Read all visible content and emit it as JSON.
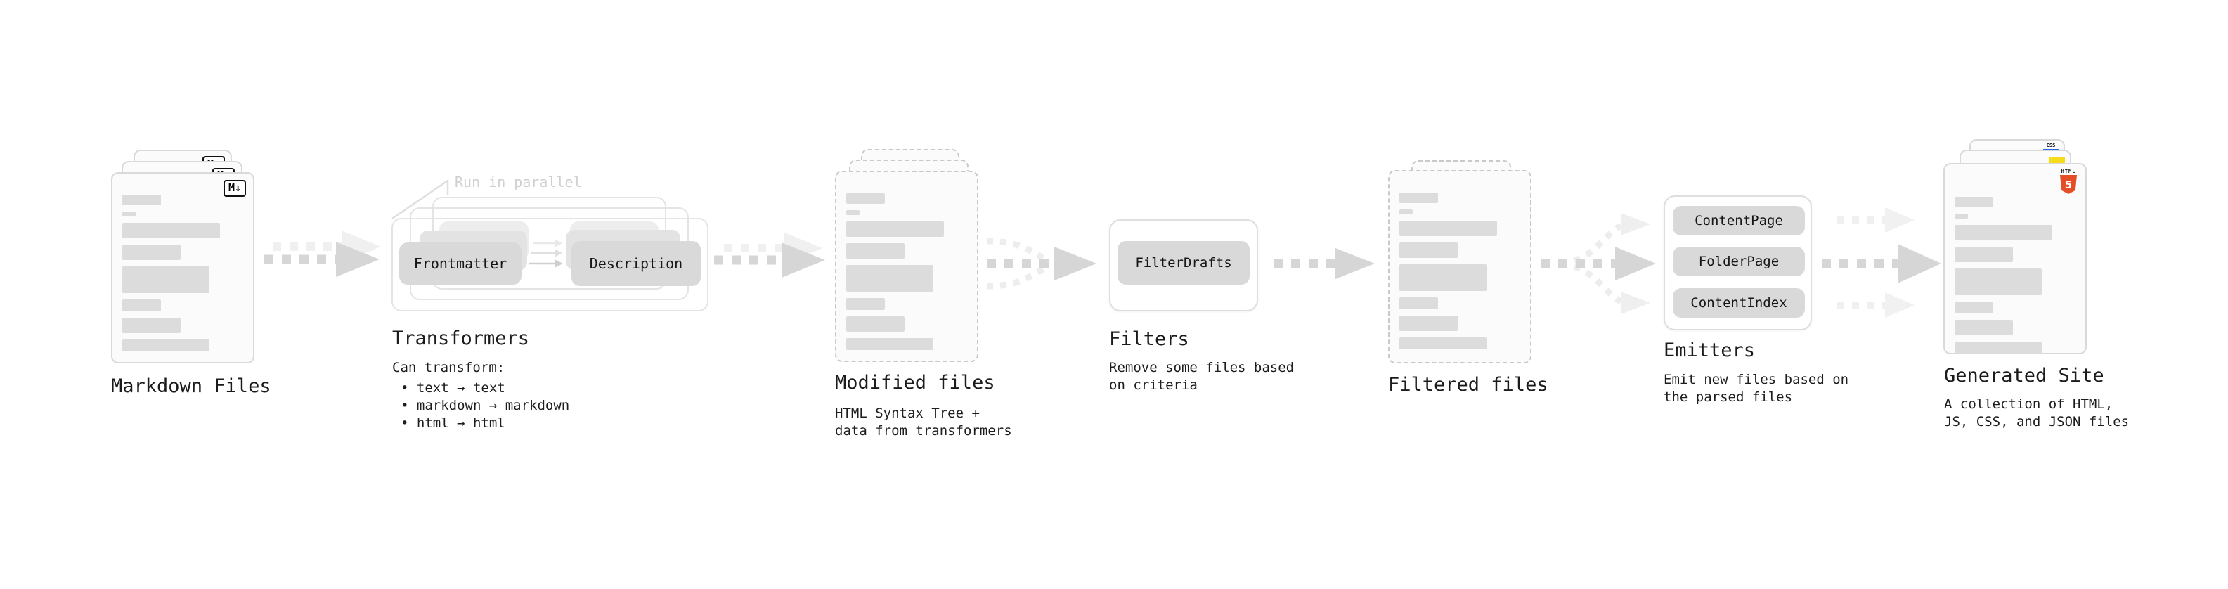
{
  "colors": {
    "html5_orange": "#e44d26",
    "js_yellow": "#f5de19",
    "css_blue": "#2965f1"
  },
  "stages": {
    "markdown_files": {
      "label": "Markdown Files",
      "badge": "M↓"
    },
    "transformers": {
      "label": "Transformers",
      "note": "Run in parallel",
      "pill_left": "Frontmatter",
      "pill_right": "Description",
      "desc_heading": "Can transform:",
      "bullets": [
        "• text → text",
        "• markdown → markdown",
        "• html → html"
      ]
    },
    "modified_files": {
      "label": "Modified files",
      "desc_line1": "HTML Syntax Tree +",
      "desc_line2": "data from transformers"
    },
    "filters": {
      "label": "Filters",
      "pill": "FilterDrafts",
      "desc_line1": "Remove some files based",
      "desc_line2": "on criteria"
    },
    "filtered_files": {
      "label": "Filtered files"
    },
    "emitters": {
      "label": "Emitters",
      "pills": [
        "ContentPage",
        "FolderPage",
        "ContentIndex"
      ],
      "desc_line1": "Emit new files based on",
      "desc_line2": "the parsed files"
    },
    "generated_site": {
      "label": "Generated Site",
      "desc_line1": "A collection of HTML,",
      "desc_line2": "JS, CSS, and JSON files",
      "html5_badge_top": "HTML",
      "html5_badge_number": "5",
      "css_badge": "CSS"
    }
  }
}
